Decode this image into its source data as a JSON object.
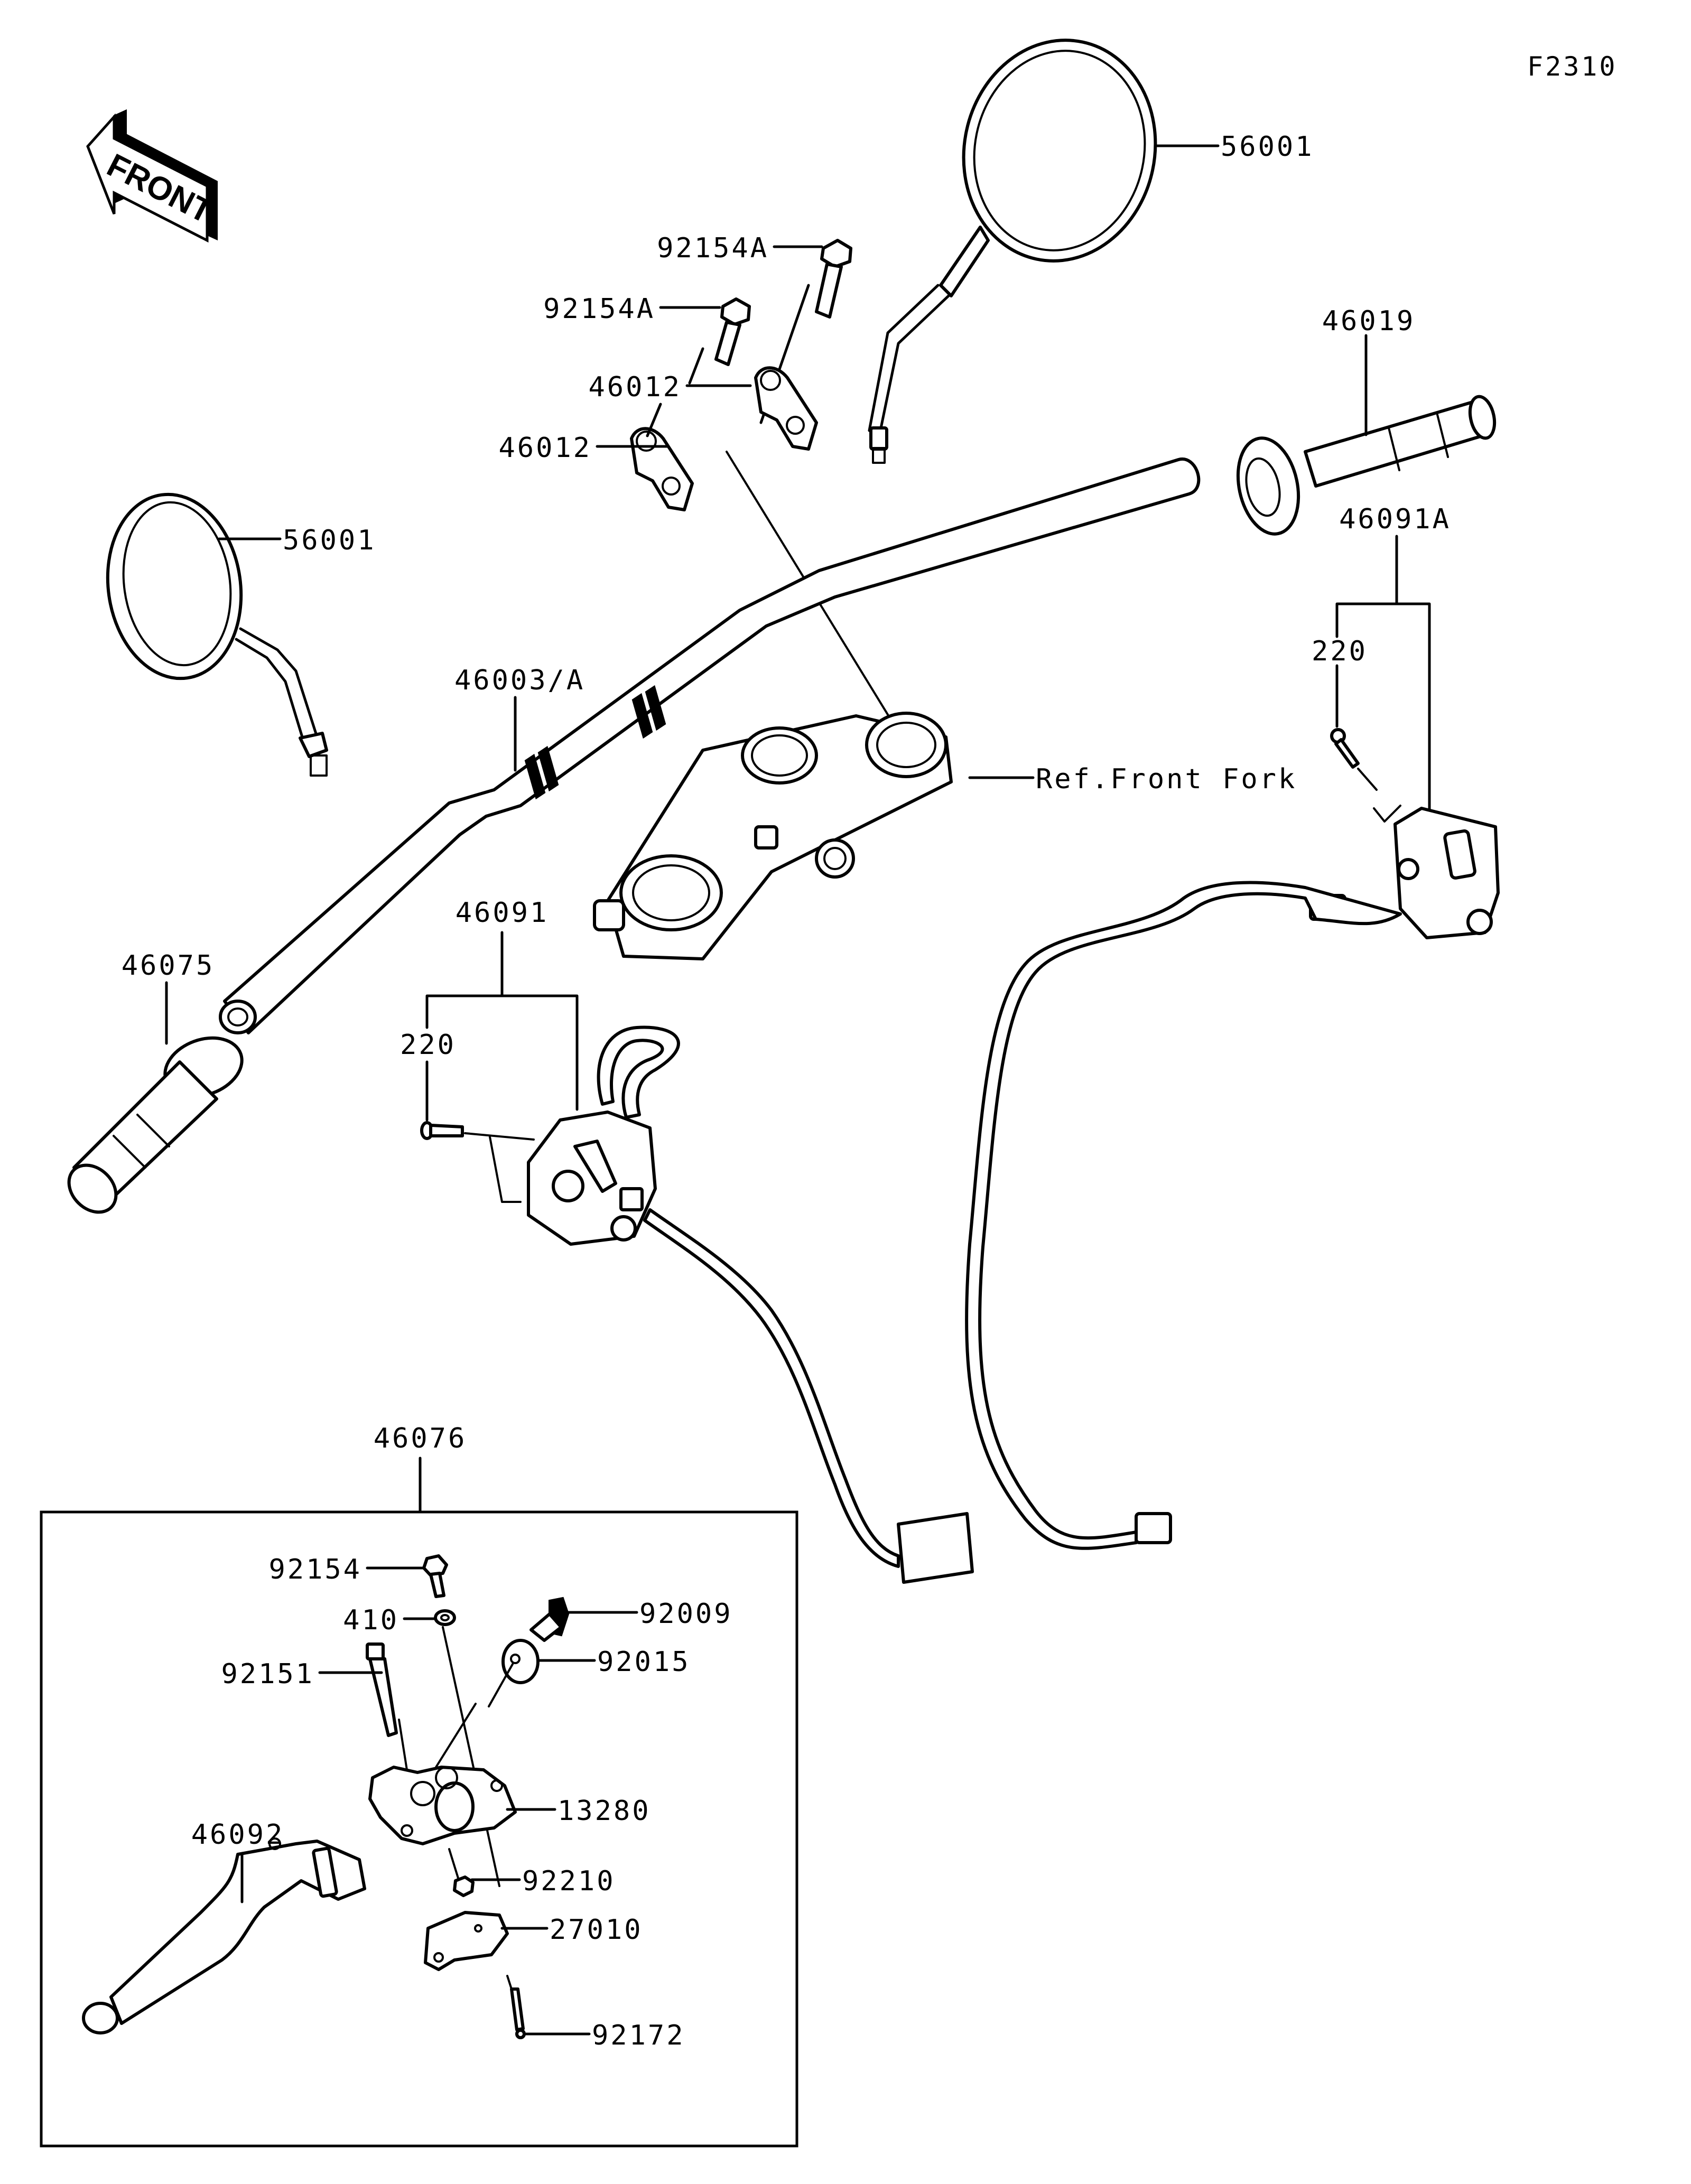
{
  "diagram": {
    "figure_code": "F2310",
    "front_arrow_text": "FRONT",
    "reference_label": "Ref.Front Fork",
    "callouts": [
      {
        "id": "mirror-right",
        "part_number": "56001"
      },
      {
        "id": "mirror-left",
        "part_number": "56001"
      },
      {
        "id": "bolt-upper-1",
        "part_number": "92154A"
      },
      {
        "id": "bolt-upper-2",
        "part_number": "92154A"
      },
      {
        "id": "holder-1",
        "part_number": "46012"
      },
      {
        "id": "holder-2",
        "part_number": "46012"
      },
      {
        "id": "grip-right",
        "part_number": "46019"
      },
      {
        "id": "switch-right-assy",
        "part_number": "46091A"
      },
      {
        "id": "screw-right",
        "part_number": "220"
      },
      {
        "id": "handlebar",
        "part_number": "46003/A"
      },
      {
        "id": "grip-left",
        "part_number": "46075"
      },
      {
        "id": "switch-left-assy",
        "part_number": "46091"
      },
      {
        "id": "screw-left",
        "part_number": "220"
      },
      {
        "id": "lever-assy",
        "part_number": "46076"
      },
      {
        "id": "bolt-lever",
        "part_number": "92154"
      },
      {
        "id": "washer",
        "part_number": "410"
      },
      {
        "id": "adjuster",
        "part_number": "92009"
      },
      {
        "id": "nut-adjuster",
        "part_number": "92015"
      },
      {
        "id": "pivot-bolt",
        "part_number": "92151"
      },
      {
        "id": "lever-holder",
        "part_number": "13280"
      },
      {
        "id": "clutch-lever",
        "part_number": "46092"
      },
      {
        "id": "nut-pivot",
        "part_number": "92210"
      },
      {
        "id": "switch-clutch",
        "part_number": "27010"
      },
      {
        "id": "screw-switch",
        "part_number": "92172"
      }
    ]
  }
}
